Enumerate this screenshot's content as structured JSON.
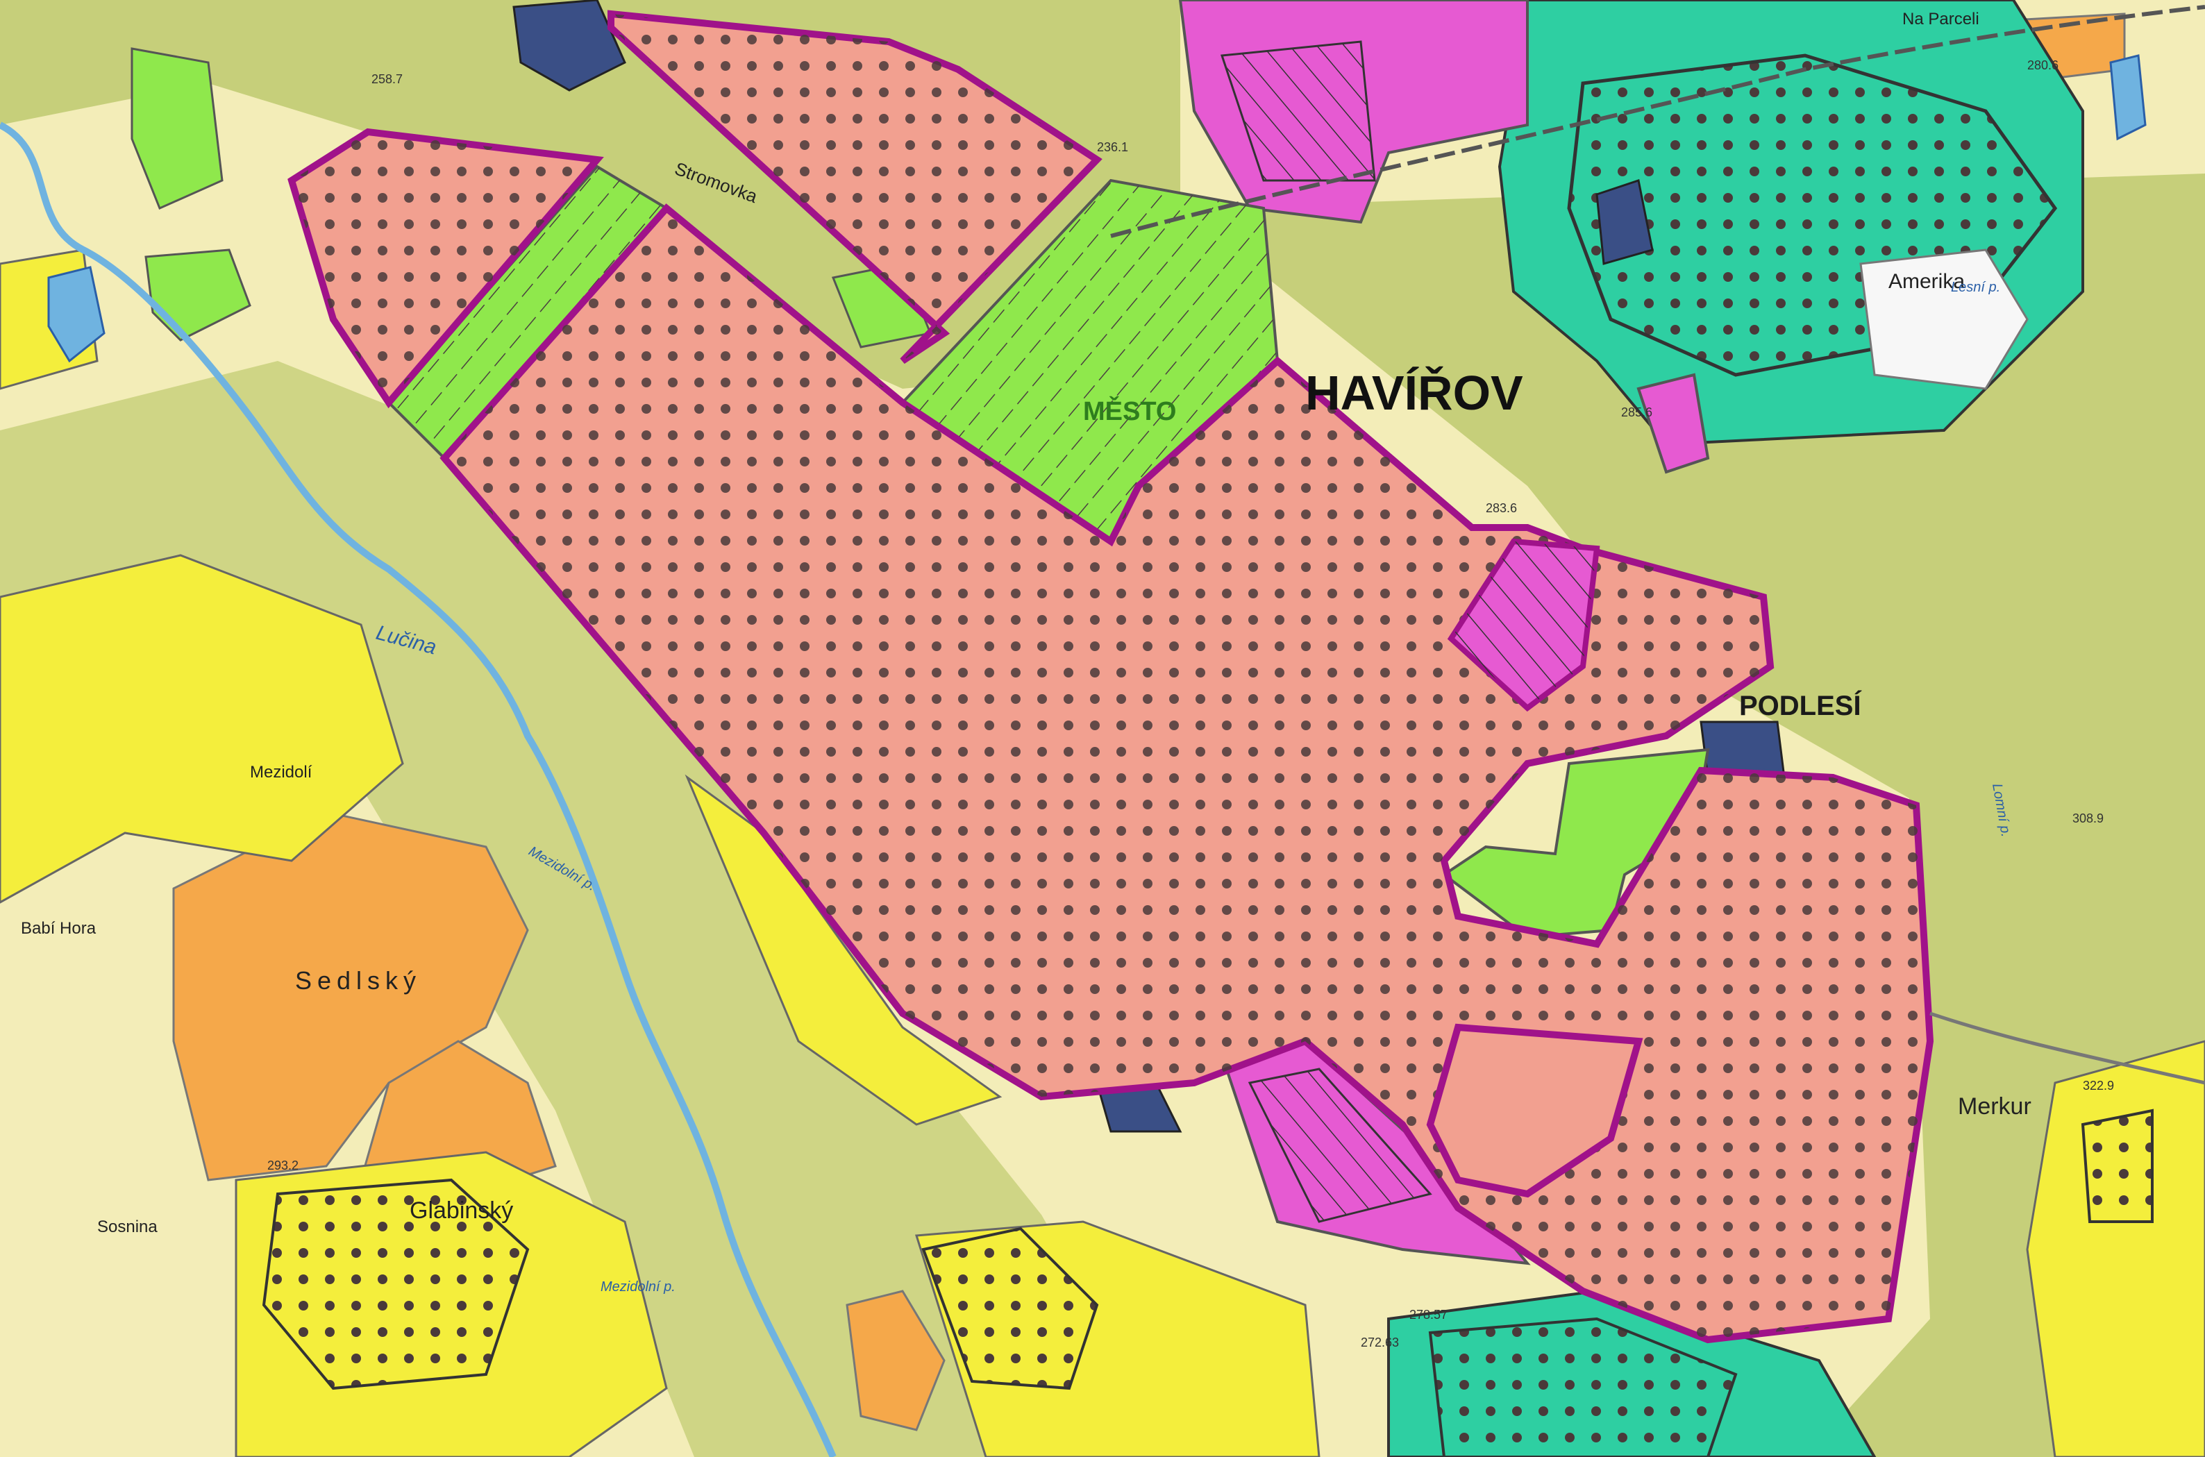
{
  "map": {
    "labels": {
      "city": "HAVÍŘOV",
      "mesto": "MĚSTO",
      "podlesi": "PODLESÍ",
      "merkur": "Merkur",
      "amerika": "Amerika",
      "stromovka": "Stromovka",
      "lucina": "Lučina",
      "mezidoli": "Mezidolí",
      "babi_hora": "Babí Hora",
      "sedlsky": "Sedlský",
      "glabinsky": "Glabinský",
      "sosnina": "Sosnina",
      "na_parceli": "Na Parceli",
      "mezidolni_p": "Mezidolní p.",
      "mezidolni_p2": "Mezidolní p.",
      "lesni_p": "Lesní p.",
      "lomni_p": "Lomní p."
    },
    "spot_heights": {
      "h1": "293.2",
      "h2": "285.6",
      "h3": "283.6",
      "h4": "278.57",
      "h5": "272.63",
      "h6": "308.9",
      "h7": "322.9",
      "h8": "236.1",
      "h9": "258.7",
      "h10": "280.6"
    },
    "colors": {
      "pink_zone": "#f2a090",
      "magenta_zone": "#e65ad2",
      "green_zone": "#8fe84c",
      "teal_zone": "#2ecfa2",
      "yellow_zone": "#f4ee3c",
      "orange_zone": "#f5a84a",
      "navy_zone": "#3a4f86",
      "boundary": "#a0128a",
      "river": "#6fb3e0"
    }
  }
}
